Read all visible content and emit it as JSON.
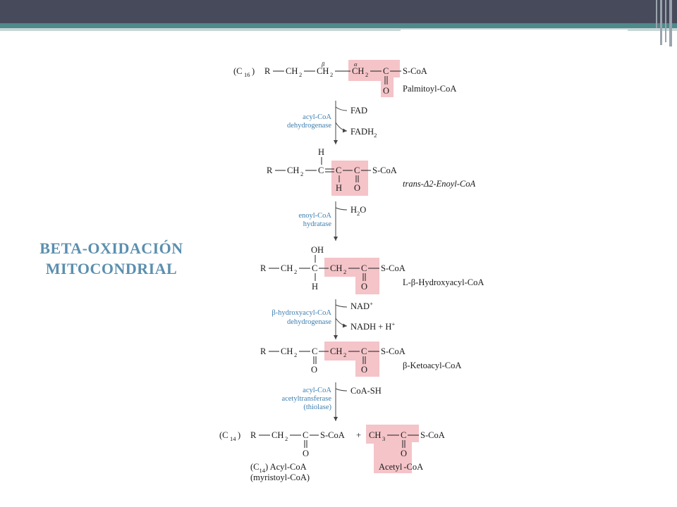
{
  "slide": {
    "title_line1": "BETA-OXIDACIÓN",
    "title_line2": "MITOCONDRIAL"
  },
  "colors": {
    "header": "#474a5a",
    "accent": "#4e8a8c",
    "title": "#5b8fae",
    "enzyme": "#3d7eae",
    "highlight": "#f4c4c8"
  },
  "pathway": {
    "steps": [
      {
        "compound": "Palmitoyl-CoA",
        "enzyme_lines": [
          "acyl-CoA",
          "dehydrogenase"
        ],
        "reagent_in": "FAD",
        "reagent_out": "FADH2"
      },
      {
        "compound": "trans-Δ2-Enoyl-CoA",
        "enzyme_lines": [
          "enoyl-CoA",
          "hydratase"
        ],
        "reagent_in": "H2O"
      },
      {
        "compound": "L-β-Hydroxyacyl-CoA",
        "enzyme_lines": [
          "β-hydroxyacyl-CoA",
          "dehydrogenase"
        ],
        "reagent_in": "NAD+",
        "reagent_out": "NADH + H+"
      },
      {
        "compound": "β-Ketoacyl-CoA",
        "enzyme_lines": [
          "acyl-CoA",
          "acetyltransferase",
          "(thiolase)"
        ],
        "reagent_in": "CoA-SH"
      }
    ],
    "products": [
      "(C14) Acyl-CoA (myristoyl-CoA)",
      "Acetyl-CoA"
    ]
  }
}
